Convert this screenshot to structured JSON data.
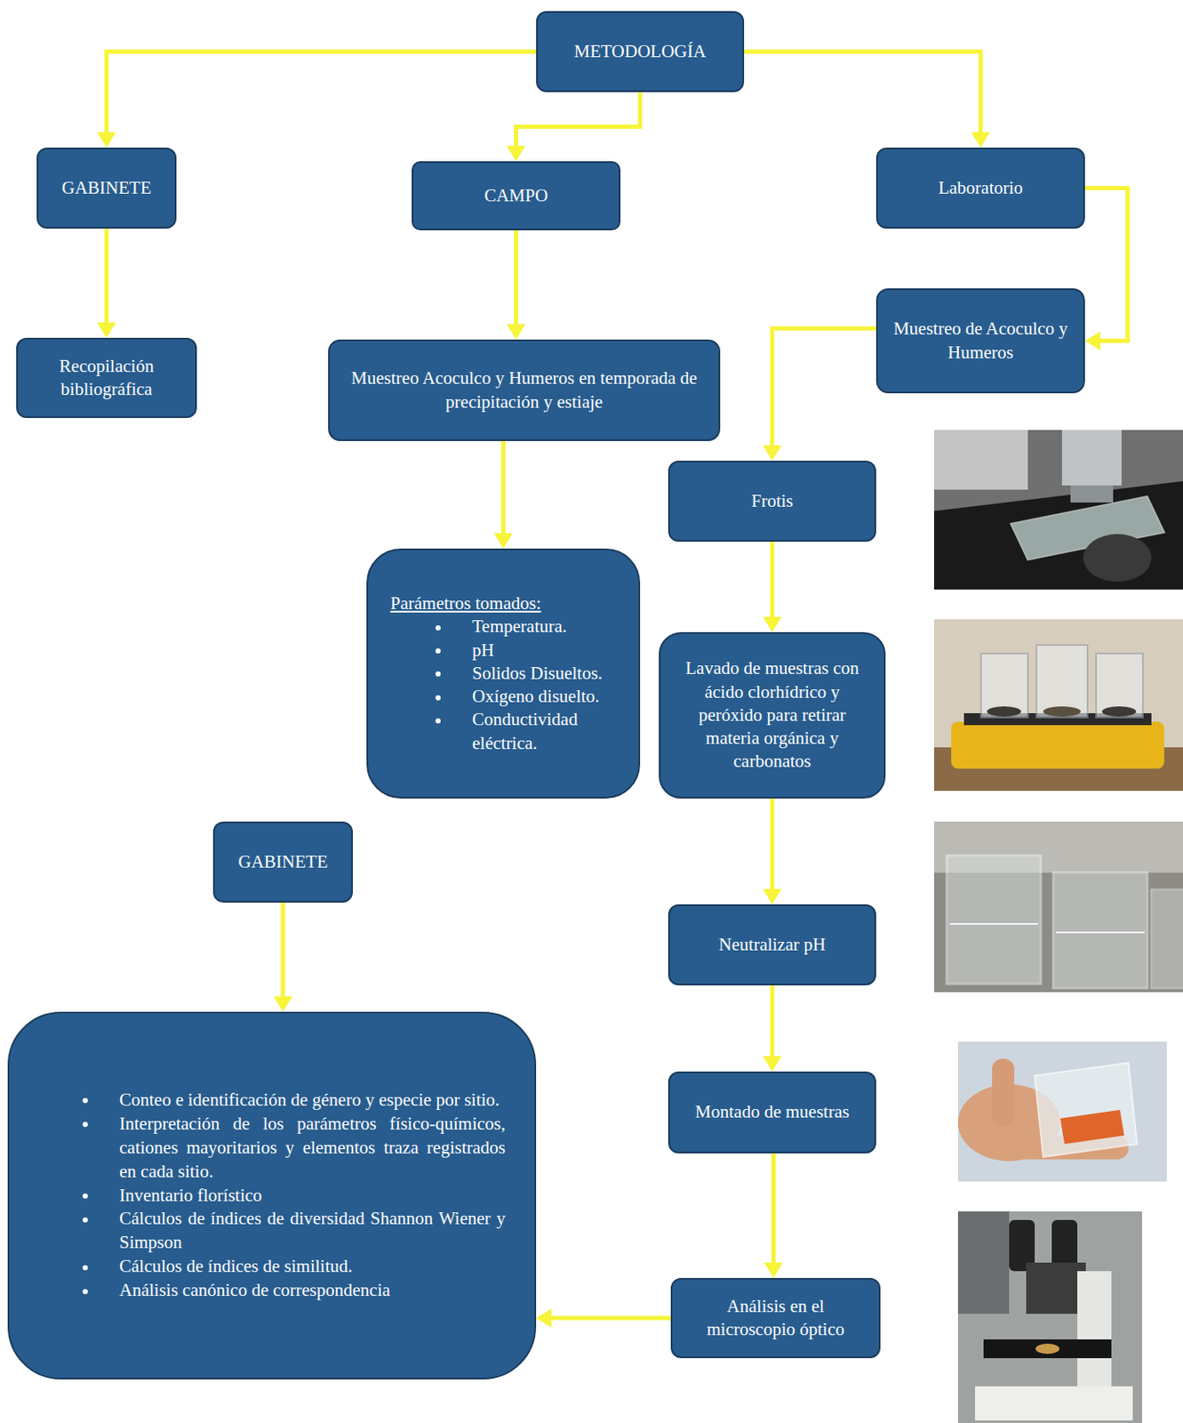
{
  "diagram": {
    "nodes": [
      {
        "text": [
          "METODOLOGÍA"
        ]
      },
      {
        "text": [
          "GABINETE"
        ]
      },
      {
        "text": [
          "CAMPO"
        ]
      },
      {
        "text": [
          "Laboratorio"
        ]
      },
      {
        "text": [
          "Recopilación bibliográfica"
        ]
      },
      {
        "text": [
          "Muestreo Acoculco y Humeros en temporada de precipitación y estiaje"
        ]
      },
      {
        "text": [
          "Muestreo de Acoculco y Humeros"
        ]
      },
      {
        "text": [
          "Frotis"
        ]
      },
      {
        "text": [
          "Parámetros tomados:",
          "Temperatura.",
          "pH",
          "Solidos Disueltos.",
          "Oxígeno disuelto.",
          "Conductividad eléctrica."
        ]
      },
      {
        "text": [
          "Lavado de muestras con ácido clorhídrico y peróxido para retirar materia orgánica y carbonatos"
        ]
      },
      {
        "text": [
          "GABINETE"
        ]
      },
      {
        "text": [
          "Neutralizar pH"
        ]
      },
      {
        "text": [
          "Conteo e identificación de género y especie por sitio.",
          "Interpretación de los parámetros físico-químicos, cationes mayoritarios y elementos traza registrados en cada sitio.",
          "Inventario florístico",
          "Cálculos de índices de diversidad Shannon Wiener y Simpson",
          "Cálculos de índices de similitud.",
          "Análisis canónico de correspondencia"
        ]
      },
      {
        "text": [
          "Montado de muestras"
        ]
      },
      {
        "text": [
          "Análisis en el microscopio óptico"
        ]
      }
    ],
    "edges": [
      {
        "from": 0,
        "to": 1,
        "arrow": "to"
      },
      {
        "from": 0,
        "to": 2,
        "arrow": "to"
      },
      {
        "from": 0,
        "to": 3,
        "arrow": "to"
      },
      {
        "from": 1,
        "to": 4,
        "arrow": "to"
      },
      {
        "from": 2,
        "to": 5,
        "arrow": "to"
      },
      {
        "from": 3,
        "to": 6,
        "arrow": "to"
      },
      {
        "from": 5,
        "to": 8,
        "arrow": "to"
      },
      {
        "from": 6,
        "to": 7,
        "arrow": "to"
      },
      {
        "from": 7,
        "to": 9,
        "arrow": "to"
      },
      {
        "from": 9,
        "to": 11,
        "arrow": "to"
      },
      {
        "from": 11,
        "to": 13,
        "arrow": "to"
      },
      {
        "from": 13,
        "to": 14,
        "arrow": "to"
      },
      {
        "from": 14,
        "to": 12,
        "arrow": "to"
      },
      {
        "from": 10,
        "to": 12,
        "arrow": "to"
      }
    ]
  }
}
